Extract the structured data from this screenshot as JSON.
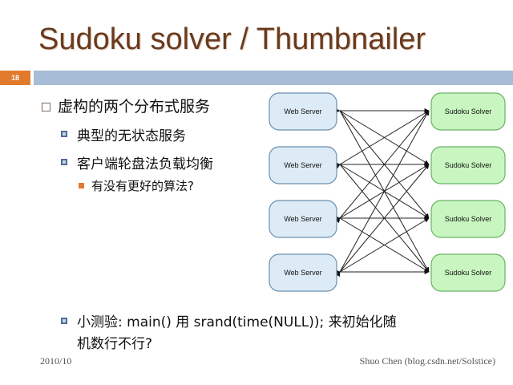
{
  "slide": {
    "title": "Sudoku solver / Thumbnailer",
    "number": "18",
    "bullets": [
      {
        "text": "虚构的两个分布式服务"
      },
      {
        "text": "典型的无状态服务"
      },
      {
        "text": "客户端轮盘法负载均衡"
      },
      {
        "text": "有没有更好的算法?"
      },
      {
        "text": "小测验:  main() 用 srand(time(NULL)); 来初始化随"
      },
      {
        "text": "机数行不行?"
      }
    ],
    "footer_date": "2010/10",
    "footer_author": "Shuo Chen (blog.csdn.net/Solstice)"
  },
  "diagram": {
    "web_servers": [
      "Web Server",
      "Web Server",
      "Web Server",
      "Web Server"
    ],
    "solvers": [
      "Sudoku Solver",
      "Sudoku Solver",
      "Sudoku Solver",
      "Sudoku Solver"
    ],
    "colors": {
      "web_fill": "#dcebf5",
      "web_stroke": "#6b8fb0",
      "solver_fill": "#c8f5c0",
      "solver_stroke": "#6cb266",
      "accent": "#e27a2c",
      "header_bar": "#a7bcd6",
      "title": "#6a3a1e"
    }
  }
}
